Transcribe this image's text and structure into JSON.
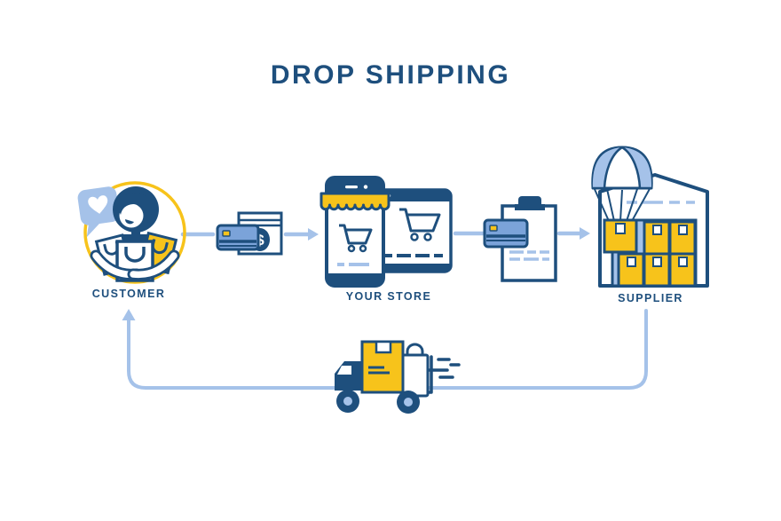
{
  "title": "DROP SHIPPING",
  "nodes": [
    {
      "id": "customer",
      "label": "CUSTOMER"
    },
    {
      "id": "your_store",
      "label": "YOUR STORE"
    },
    {
      "id": "supplier",
      "label": "SUPPLIER"
    }
  ],
  "edges": [
    {
      "from": "customer",
      "to": "your_store",
      "via_icon": "payment-cash-card-icon",
      "direction": "right"
    },
    {
      "from": "your_store",
      "to": "supplier",
      "via_icon": "order-clipboard-card-icon",
      "direction": "right"
    },
    {
      "from": "supplier",
      "to": "customer",
      "via_icon": "delivery-truck-icon",
      "direction": "return-loop-bottom"
    }
  ],
  "icons": {
    "customer": "customer-with-shopping-bags-icon",
    "heart_bubble": "heart-speech-bubble-icon",
    "payment": "payment-cash-card-icon",
    "store": "online-store-phone-browser-icon",
    "order": "order-clipboard-card-icon",
    "supplier": "warehouse-parachute-boxes-icon",
    "delivery": "delivery-truck-icon"
  },
  "colors": {
    "navy": "#1E4F7D",
    "yellow": "#F7C31B",
    "light_blue": "#A5C2E9",
    "mid_blue": "#7BA3D9",
    "background": "#FFFFFF"
  }
}
